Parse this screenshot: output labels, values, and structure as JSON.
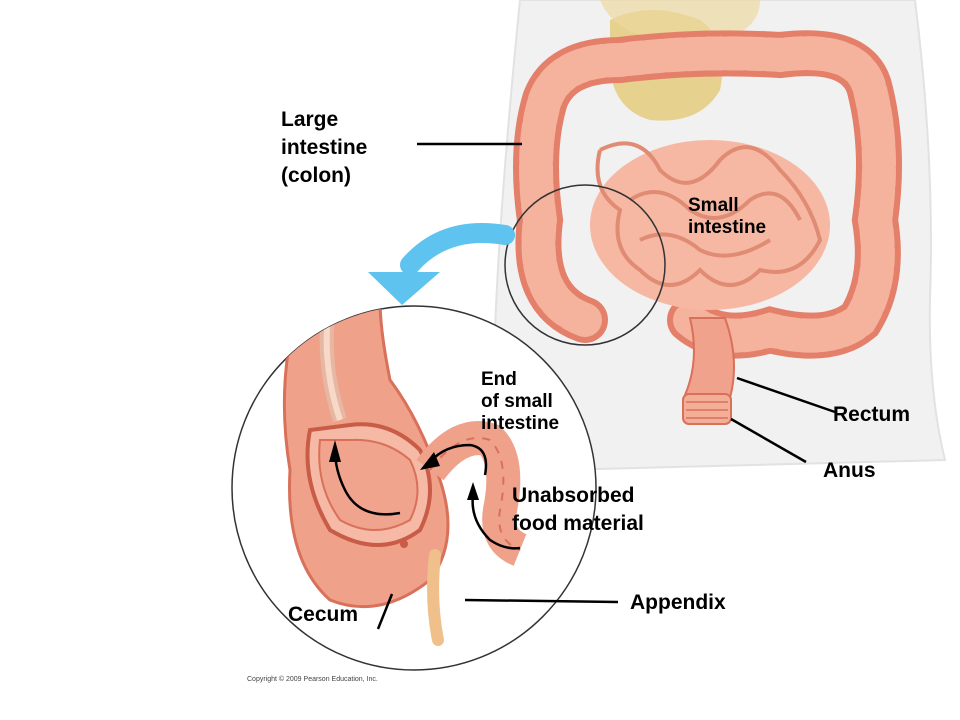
{
  "labels": {
    "large_intestine": [
      "Large",
      "intestine",
      "(colon)"
    ],
    "small_intestine": [
      "Small",
      "intestine"
    ],
    "end_small_intestine": [
      "End",
      "of small",
      "intestine"
    ],
    "unabsorbed": [
      "Unabsorbed",
      "food material"
    ],
    "rectum": "Rectum",
    "anus": "Anus",
    "appendix": "Appendix",
    "cecum": "Cecum"
  },
  "copyright": "Copyright © 2009 Pearson Education, Inc.",
  "colors": {
    "intestine": "#f2a58e",
    "intestine_dark": "#d9705a",
    "intestine_light": "#f8c8b5",
    "body": "#f1f1f1",
    "stomach": "#e3c97c",
    "arrow_blue": "#5ec3ee"
  }
}
